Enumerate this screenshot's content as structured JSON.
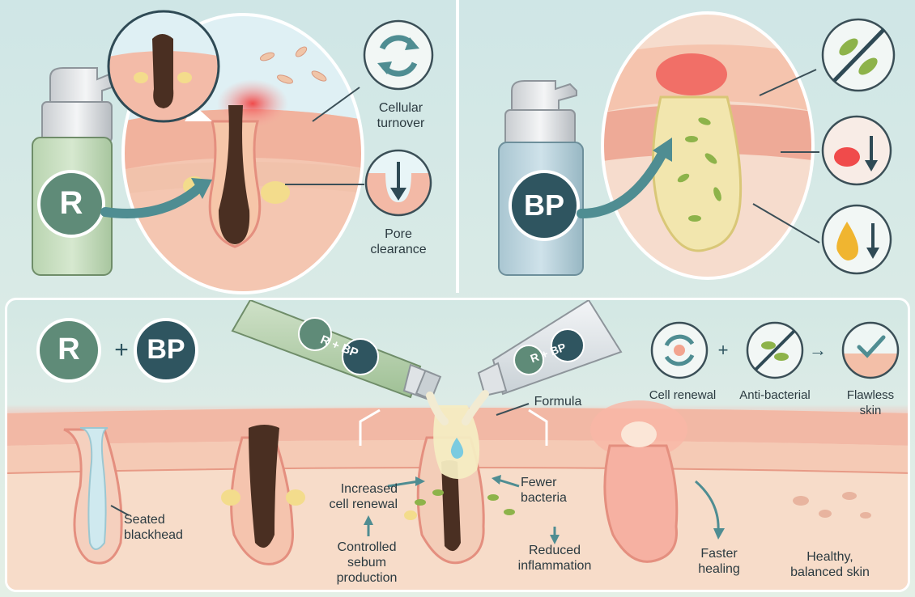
{
  "retinoid_panel": {
    "badge": "R",
    "cellular_turnover_label": "Cellular\nturnover",
    "pore_clearance_label": "Pore\nclearance"
  },
  "bp_panel": {
    "badge": "BP"
  },
  "combination_panel": {
    "combo_badge_r": "R",
    "combo_plus": "+",
    "combo_badge_bp": "BP",
    "tube_label_left": "R + BP",
    "tube_label_right": "R + BP",
    "formula_label": "Formula",
    "cell_renewal_label": "Cell renewal",
    "anti_bacterial_label": "Anti-bacterial",
    "flawless_skin_label": "Flawless\nskin",
    "icon_plus": "+",
    "icon_arrow": "→",
    "seated_blackhead_label": "Seated\nblackhead",
    "increased_cell_renewal_label": "Increased\ncell renewal",
    "fewer_bacteria_label": "Fewer\nbacteria",
    "controlled_sebum_label": "Controlled\nsebum\nproduction",
    "reduced_inflammation_label": "Reduced\ninflammation",
    "faster_healing_label": "Faster\nhealing",
    "healthy_skin_label": "Healthy,\nbalanced skin"
  },
  "colors": {
    "retinoid_green": "#5f8b78",
    "bp_navy": "#2f5560",
    "arrow_teal": "#4f8d92",
    "skin_pink": "#f2b7a8",
    "blackhead_brown": "#4a2f22",
    "sebum_yellow": "#f3dc8c"
  }
}
